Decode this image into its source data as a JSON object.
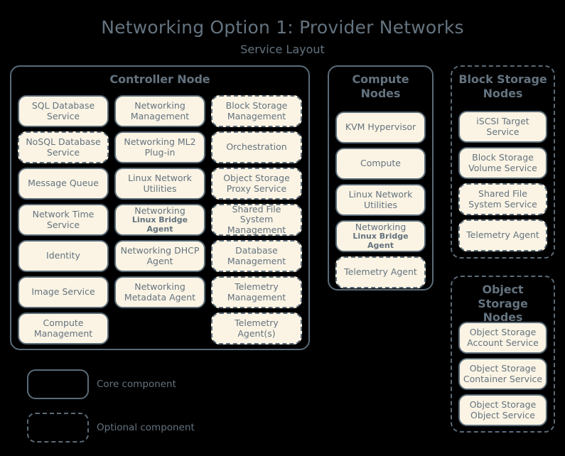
{
  "title": "Networking Option 1: Provider Networks",
  "subtitle": "Service Layout",
  "colors": {
    "background": "#000000",
    "box_fill": "#fbf4e4",
    "border": "#5a6b78",
    "text": "#64737f"
  },
  "nodes": {
    "controller": {
      "title": "Controller Node",
      "border_style": "solid",
      "columns": [
        [
          {
            "label": "SQL Database Service",
            "optional": false
          },
          {
            "label": "NoSQL Database Service",
            "optional": true
          },
          {
            "label": "Message Queue",
            "optional": false
          },
          {
            "label": "Network Time Service",
            "optional": false
          },
          {
            "label": "Identity",
            "optional": false
          },
          {
            "label": "Image Service",
            "optional": false
          },
          {
            "label": "Compute Management",
            "optional": false
          }
        ],
        [
          {
            "label": "Networking Management",
            "optional": false
          },
          {
            "label": "Networking ML2 Plug-in",
            "optional": false
          },
          {
            "label": "Linux Network Utilities",
            "optional": false
          },
          {
            "label": "Networking",
            "sublabel": "Linux Bridge Agent",
            "optional": false
          },
          {
            "label": "Networking DHCP Agent",
            "optional": false
          },
          {
            "label": "Networking Metadata Agent",
            "optional": false
          }
        ],
        [
          {
            "label": "Block Storage Management",
            "optional": true
          },
          {
            "label": "Orchestration",
            "optional": true
          },
          {
            "label": "Object Storage Proxy Service",
            "optional": true
          },
          {
            "label": "Shared File System Management",
            "optional": true
          },
          {
            "label": "Database Management",
            "optional": true
          },
          {
            "label": "Telemetry Management",
            "optional": true
          },
          {
            "label": "Telemetry Agent(s)",
            "optional": true
          }
        ]
      ]
    },
    "compute": {
      "title": "Compute Nodes",
      "border_style": "solid",
      "services": [
        {
          "label": "KVM Hypervisor",
          "optional": false
        },
        {
          "label": "Compute",
          "optional": false
        },
        {
          "label": "Linux Network Utilities",
          "optional": false
        },
        {
          "label": "Networking",
          "sublabel": "Linux Bridge Agent",
          "optional": false
        },
        {
          "label": "Telemetry Agent",
          "optional": true
        }
      ]
    },
    "block_storage": {
      "title": "Block Storage Nodes",
      "border_style": "dashed",
      "services": [
        {
          "label": "iSCSI Target Service",
          "optional": false
        },
        {
          "label": "Block Storage Volume Service",
          "optional": false
        },
        {
          "label": "Shared File System Service",
          "optional": true
        },
        {
          "label": "Telemetry Agent",
          "optional": true
        }
      ]
    },
    "object_storage": {
      "title": "Object Storage Nodes",
      "border_style": "dashed",
      "services": [
        {
          "label": "Object Storage Account Service",
          "optional": false
        },
        {
          "label": "Object Storage Container Service",
          "optional": false
        },
        {
          "label": "Object Storage Object Service",
          "optional": false
        }
      ]
    }
  },
  "legend": [
    {
      "label": "Core component",
      "style": "solid"
    },
    {
      "label": "Optional component",
      "style": "dashed"
    }
  ]
}
